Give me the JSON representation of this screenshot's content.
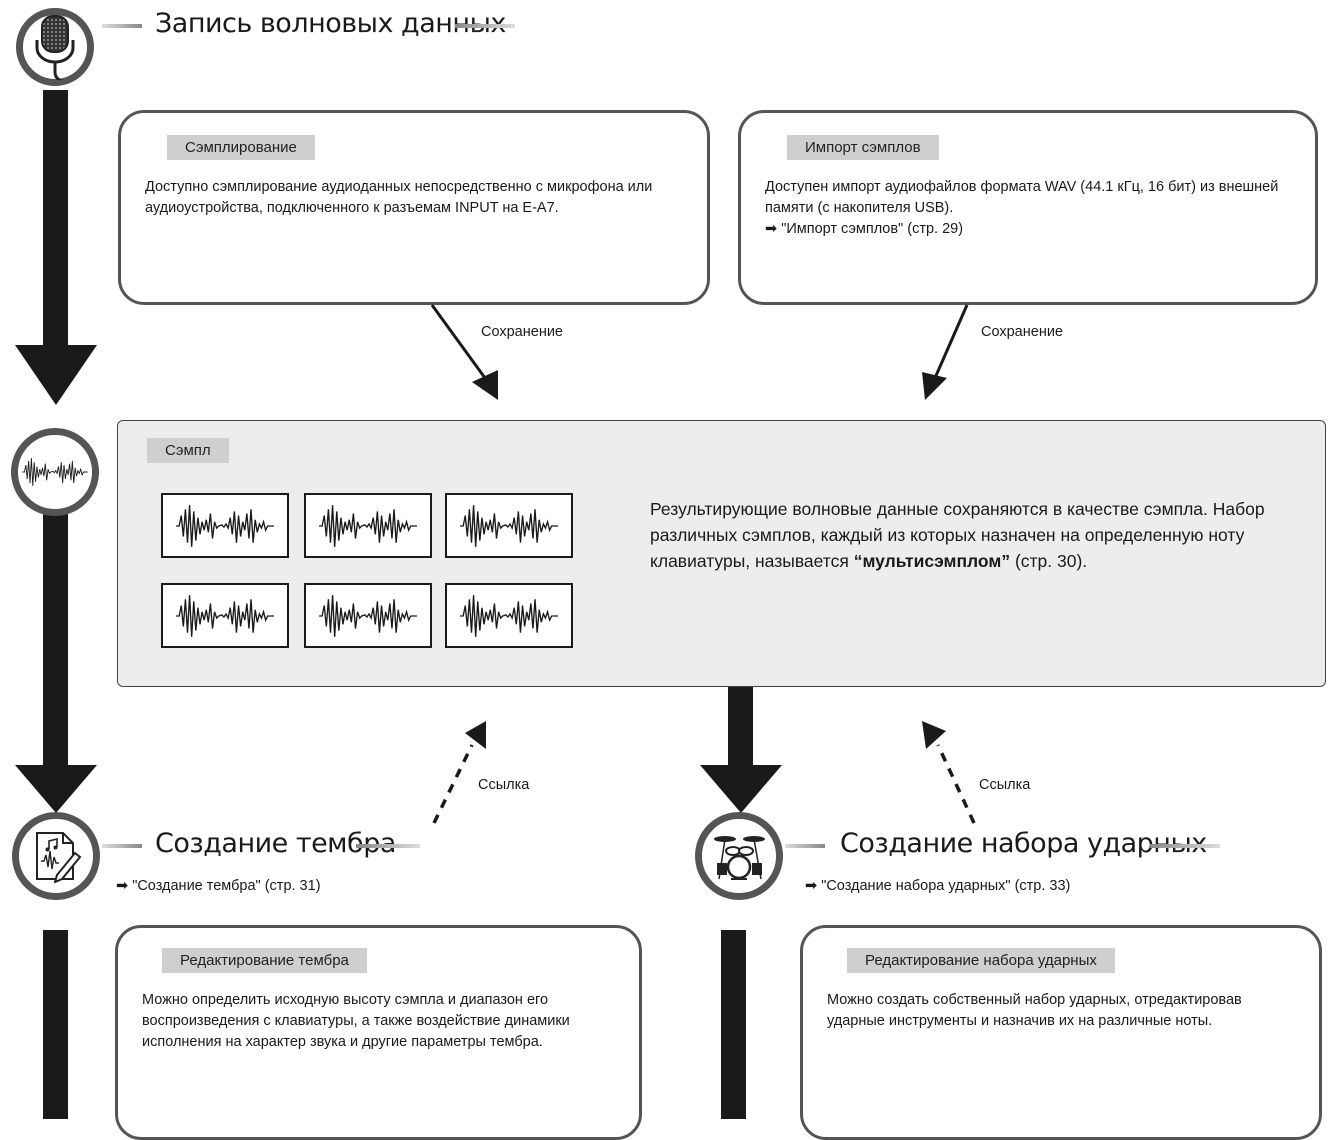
{
  "title_recording": "Запись волновых данных",
  "sampling": {
    "tag": "Сэмплирование",
    "text": "Доступно сэмплирование аудиоданных непосредственно с микрофона или аудиоустройства, подключенного к разъемам INPUT  на E-A7."
  },
  "import": {
    "tag": "Импорт сэмплов",
    "text": "Доступен импорт аудиофайлов формата WAV (44.1 кГц, 16 бит) из внешней памяти (с накопителя USB).",
    "ref": "\"Импорт сэмплов\" (стр. 29)"
  },
  "save_label_left": "Сохранение",
  "save_label_right": "Сохранение",
  "sample": {
    "tag": "Сэмпл",
    "text_part1": "Результирующие волновые данные сохраняются в качестве сэмпла. Набор различных сэмплов, каждый из которых назначен на определенную ноту клавиатуры, называется ",
    "text_bold": "“мультисэмплом”",
    "text_part2": " (стр. 30)."
  },
  "link_label_left": "Ссылка",
  "link_label_right": "Ссылка",
  "tone": {
    "title": "Создание тембра",
    "ref": "\"Создание тембра\" (стр. 31)",
    "tag": "Редактирование тембра",
    "text": "Можно определить исходную высоту сэмпла и диапазон его воспроизведения с клавиатуры, а также воздействие динамики исполнения на характер звука и другие параметры тембра."
  },
  "drum": {
    "title": "Создание набора ударных",
    "ref": "\"Создание набора ударных\" (стр. 33)",
    "tag": "Редактирование набора ударных",
    "text": "Можно создать собственный набор ударных, отредактировав ударные инструменты и назначив их на различные ноты."
  },
  "colors": {
    "rail": "#1a1a1a",
    "frame": "#555555",
    "tag_bg": "#cfcfcf",
    "sample_bg": "#ededed"
  }
}
